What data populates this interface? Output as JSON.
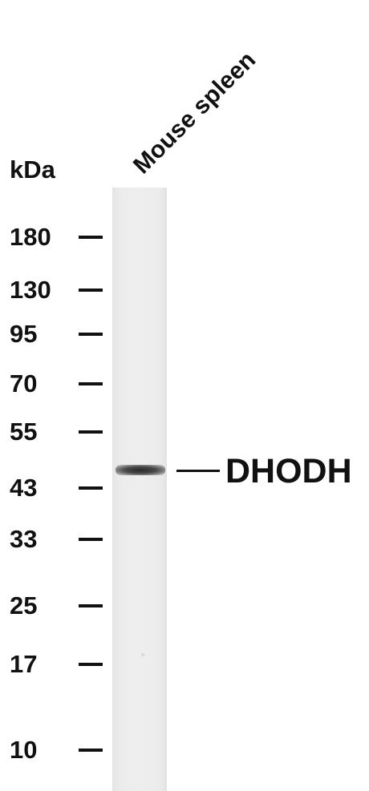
{
  "lane": {
    "label": "Mouse spleen"
  },
  "axis": {
    "unit": "kDa",
    "markers": [
      "180",
      "130",
      "95",
      "70",
      "55",
      "43",
      "33",
      "25",
      "17",
      "10"
    ]
  },
  "target": {
    "label": "DHODH"
  }
}
